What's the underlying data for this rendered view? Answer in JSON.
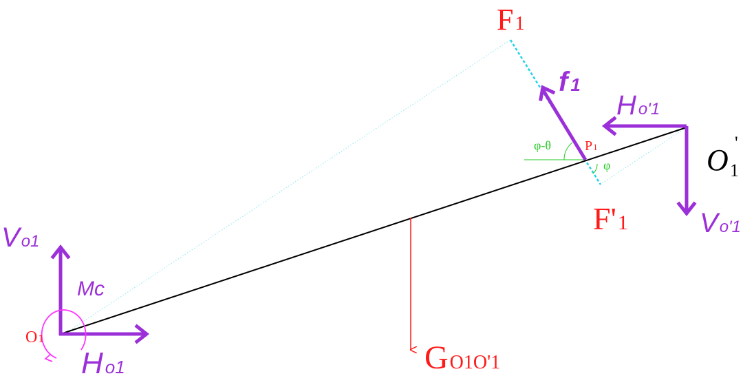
{
  "colors": {
    "force": "#9b30d8",
    "label_red": "#ff1a1a",
    "moment": "#ff33ff",
    "cyan": "#22d3e6",
    "angle_green": "#22cc22",
    "beam": "#000000"
  },
  "labels": {
    "F1_main": "F",
    "F1_sub": "1",
    "f1_main": "f",
    "f1_sub": "1",
    "Ho1p_main": "H",
    "Ho1p_sub": "o'1",
    "O1p_main": "O",
    "O1p_sup": "'",
    "O1p_sub": "1",
    "P1_main": "P",
    "P1_sub": "1",
    "angle_phi_theta": "φ-θ",
    "angle_phi": "φ",
    "F1p_main": "F'",
    "F1p_sub": "1",
    "Vo1p_main": "V",
    "Vo1p_sub": "o'1",
    "Vo1_main": "V",
    "Vo1_sub": "o1",
    "Mc": "Mc",
    "O1_main": "O",
    "O1_sub": "1",
    "Ho1_main": "H",
    "Ho1_sub": "o1",
    "G_main": "G",
    "G_sub": "O1O'1"
  }
}
